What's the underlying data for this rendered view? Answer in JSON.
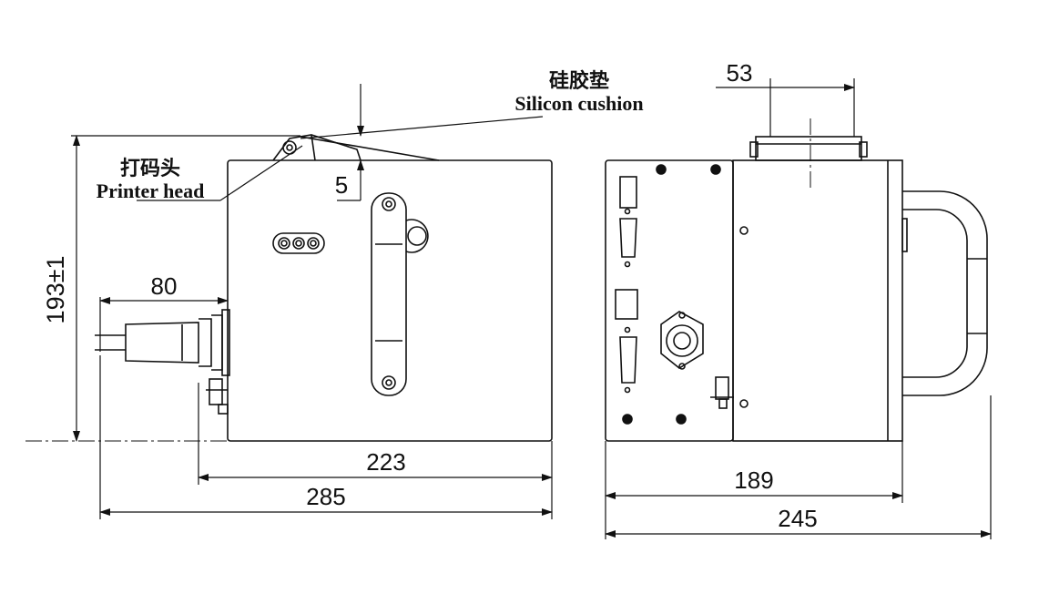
{
  "labels": {
    "silicon_cushion_cn": "硅胶垫",
    "silicon_cushion_en": "Silicon cushion",
    "printer_head_cn": "打码头",
    "printer_head_en": "Printer head"
  },
  "dimensions": {
    "height": "193±1",
    "cushion_gap": "5",
    "cable_length": "80",
    "body_width": "223",
    "total_width": "285",
    "side_top": "53",
    "side_body": "189",
    "side_total": "245"
  }
}
